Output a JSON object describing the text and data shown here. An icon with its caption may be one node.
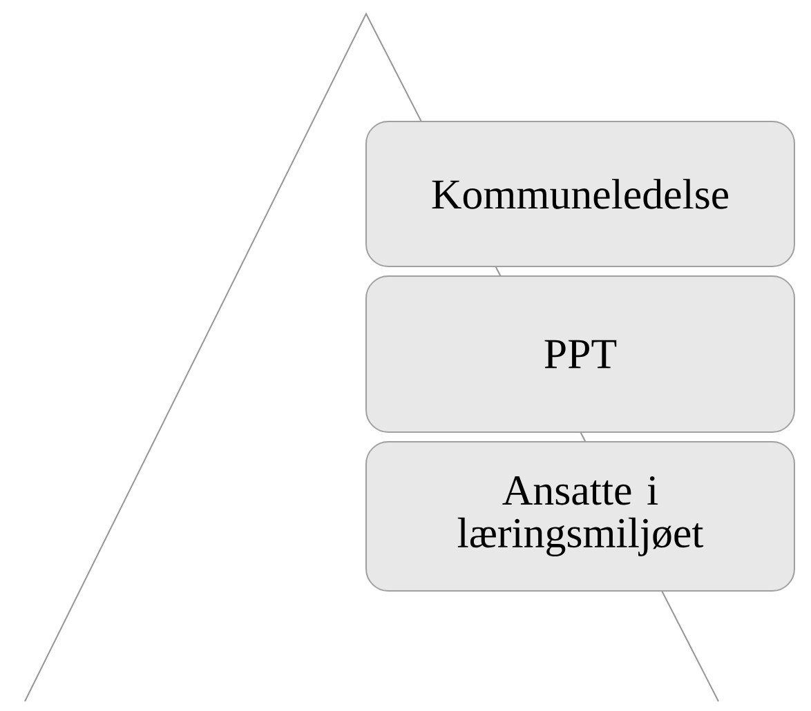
{
  "diagram": {
    "nodes": [
      {
        "text": [
          "Kommuneledelse"
        ]
      },
      {
        "text": [
          "PPT"
        ]
      },
      {
        "text": [
          "Ansatte i læringsmiljøet"
        ]
      }
    ]
  }
}
